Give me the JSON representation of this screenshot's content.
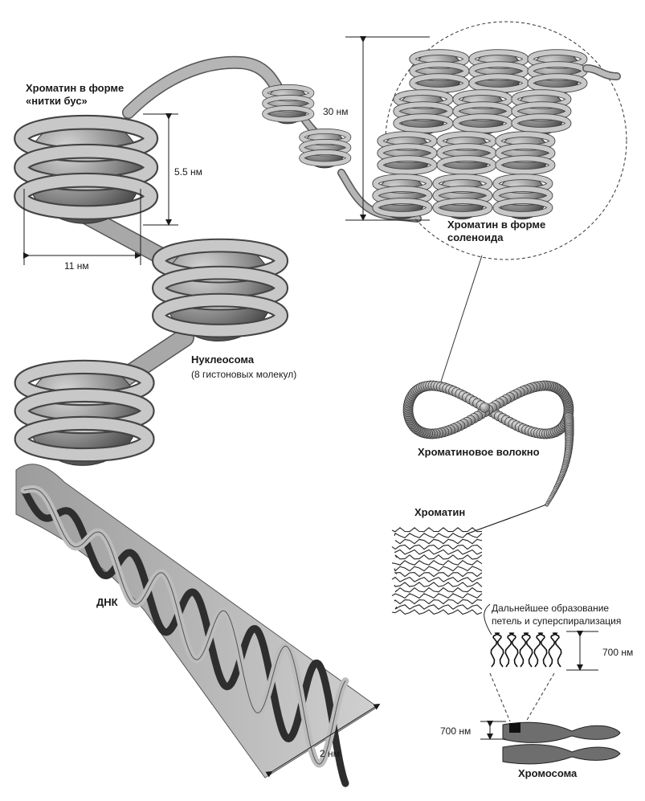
{
  "labels": {
    "beads_title_1": "Хроматин в форме",
    "beads_title_2": "«нитки бус»",
    "dim_55": "5.5 нм",
    "dim_11": "11 нм",
    "dim_30": "30 нм",
    "solenoid_1": "Хроматин в форме",
    "solenoid_2": "соленоида",
    "nucleosome": "Нуклеосома",
    "nucleosome_sub": "(8 гистоновых молекул)",
    "dna": "ДНК",
    "dim_2": "2 нм",
    "fiber": "Хроматиновое волокно",
    "chromatin": "Хроматин",
    "loops_1": "Дальнейшее образование",
    "loops_2": "петель и суперспирализация",
    "dim_700_loops": "700 нм",
    "dim_700_chrom": "700 нм",
    "chromosome": "Хромосома"
  },
  "colors": {
    "ink": "#1a1a1a",
    "histone": "#9a9a9a",
    "histone_dark": "#4a4a4a",
    "wrap": "#c4c4c4",
    "dna_band": "#b8b8b8",
    "dna_dark": "#3a3a3a",
    "bead": "#a0a0a0"
  }
}
